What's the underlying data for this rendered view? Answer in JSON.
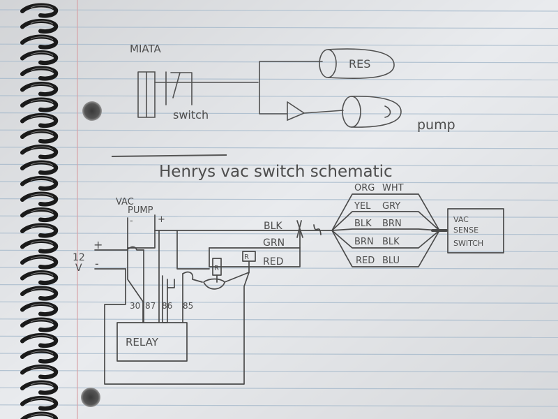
{
  "colors": {
    "paper": "#e9ebee",
    "rule": "#a9bccd",
    "margin": "#d7a3a8",
    "ink": "#4a4a4a",
    "spiral": "#1a1a1a"
  },
  "top_sketch": {
    "label": "MIATA",
    "switch_label": "switch",
    "res_label": "RES",
    "pump_label": "pump"
  },
  "title": "Henrys vac switch schematic",
  "pump_block": {
    "label_line1": "VAC",
    "label_line2": "PUMP",
    "minus": "-",
    "plus": "+"
  },
  "power": {
    "voltage_line1": "12",
    "voltage_line2": "V",
    "plus": "+",
    "minus": "-"
  },
  "wires_left": [
    "BLK",
    "GRN",
    "RED"
  ],
  "relay": {
    "label": "RELAY",
    "pins": [
      "30",
      "87",
      "86",
      "85"
    ]
  },
  "resistor_labels": [
    "R",
    "R"
  ],
  "wire_pairs": [
    {
      "left": "ORG",
      "right": "WHT"
    },
    {
      "left": "YEL",
      "right": "GRY"
    },
    {
      "left": "BLK",
      "right": "BRN"
    },
    {
      "left": "BRN",
      "right": "BLK"
    },
    {
      "left": "RED",
      "right": "BLU"
    }
  ],
  "sense_switch": {
    "line1": "VAC",
    "line2": "SENSE",
    "line3": "SWITCH"
  }
}
